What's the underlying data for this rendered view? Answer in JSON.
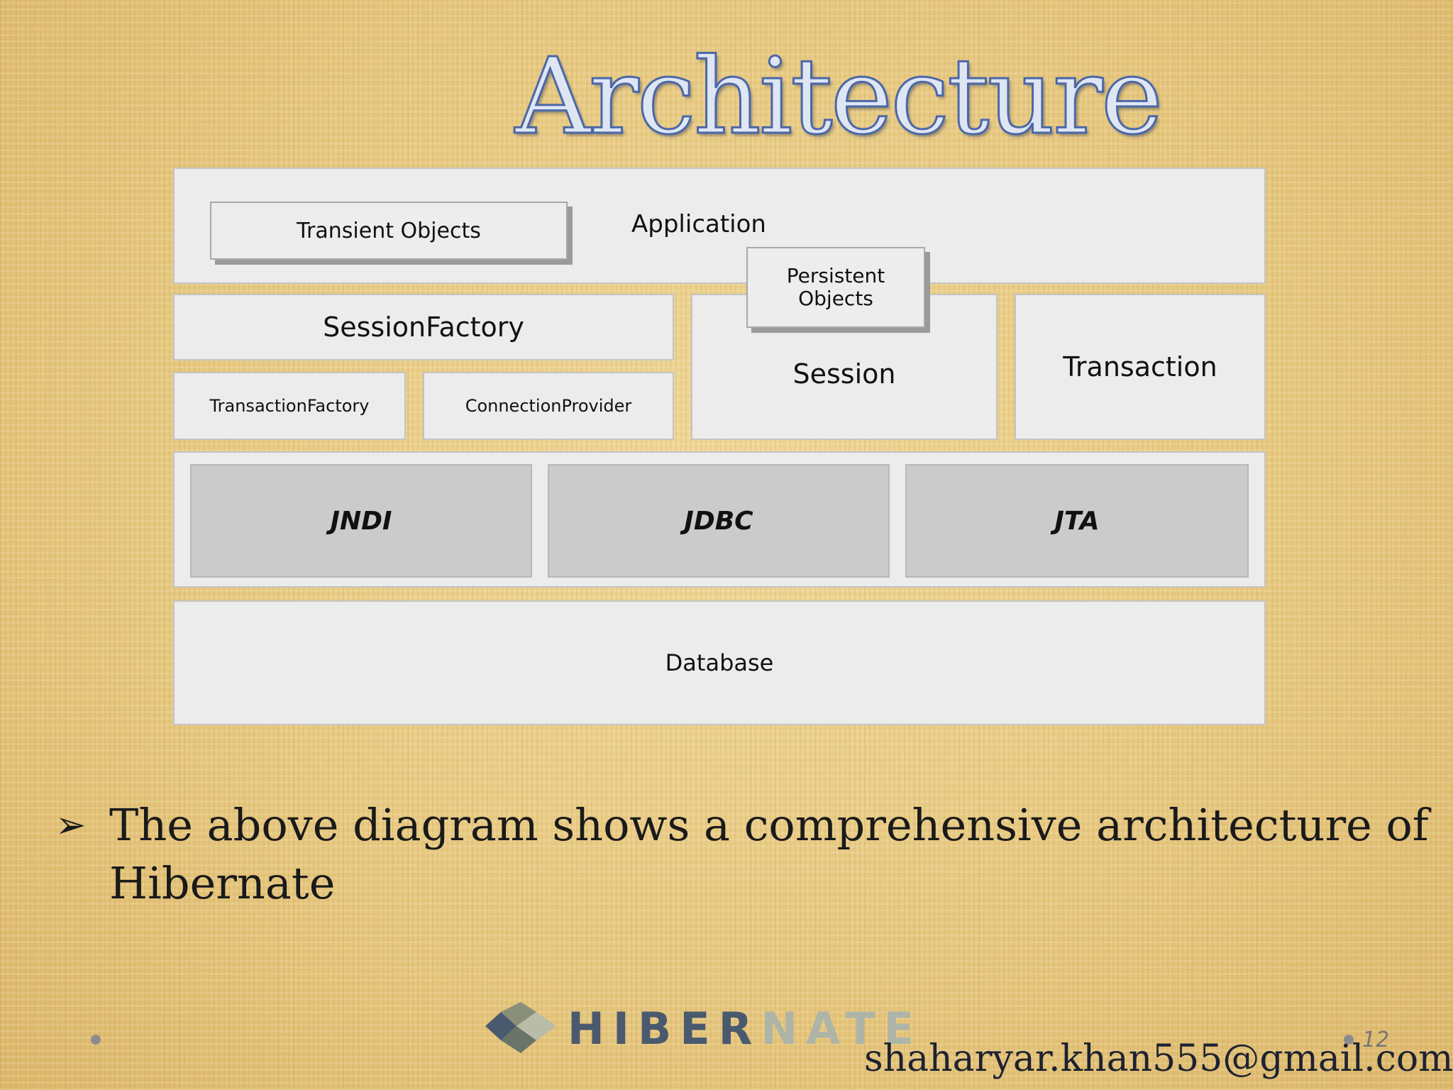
{
  "slide": {
    "title": "Architecture",
    "page_number": "12",
    "email": "shaharyar.khan555@gmail.com"
  },
  "diagram": {
    "application": "Application",
    "transient_objects": "Transient Objects",
    "persistent_objects_line1": "Persistent",
    "persistent_objects_line2": "Objects",
    "session_factory": "SessionFactory",
    "transaction_factory": "TransactionFactory",
    "connection_provider": "ConnectionProvider",
    "session": "Session",
    "transaction": "Transaction",
    "jndi": "JNDI",
    "jdbc": "JDBC",
    "jta": "JTA",
    "database": "Database"
  },
  "bullet": {
    "text": "The above diagram shows a comprehensive architecture of Hibernate"
  },
  "logo": {
    "word_dark": "HIBER",
    "word_light": "NATE",
    "dark_color": "#4a5a6e",
    "light_color": "#aeb5a8"
  }
}
